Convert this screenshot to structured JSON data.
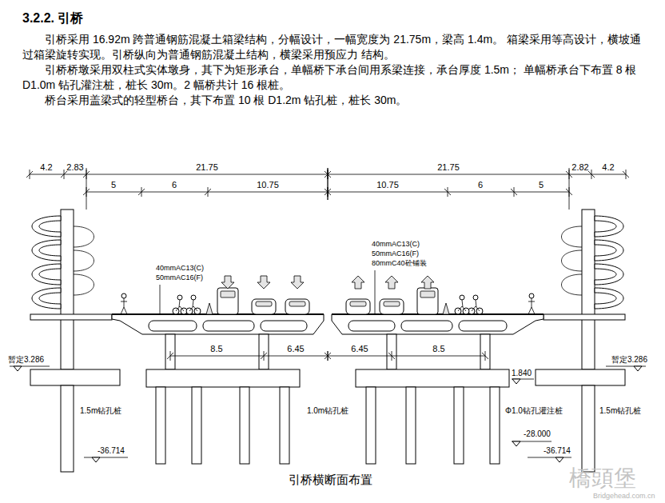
{
  "diagram": {
    "title": "3.2.2. 引桥",
    "caption": "引桥横断面布置",
    "labels": [
      "引桥采用 16.92m 跨普通钢筋混凝土箱梁结构，分幅设计，一幅宽度为 21.75m，梁高 1.4m。 箱梁采用等高设计，横坡通过箱梁旋转实现。引桥纵向为普通钢筋混凝土结构，横梁采用预应力 结构。",
      "引桥桥墩采用双柱式实体墩身，其下为矩形承台，单幅桥下承台间用系梁连接，承台厚度 1.5m； 单幅桥承台下布置 8 根 D1.0m 钻孔灌注桩，桩长 30m。2 幅桥共计 16 根桩。",
      "桥台采用盖梁式的轻型桥台，其下布置 10 根 D1.2m 钻孔桩，桩长 30m。",
      "4.2",
      "2.83",
      "21.75",
      "21.75",
      "2.82",
      "4.2",
      "5",
      "6",
      "10.75",
      "10.75",
      "6",
      "5",
      "40mmAC13(C)",
      "50mmAC16(F)",
      "40mmAC13(C)",
      "50mmAC16(F)",
      "80mmC40砼铺装",
      "8.5",
      "6.45",
      "6.45",
      "8.5",
      "暂定3.286",
      "1.840",
      "暂定3.286",
      "1.5m钻孔桩",
      "1.0m钻孔桩",
      "Φ1.0钻孔灌注桩",
      "1.5m钻孔桩",
      "-28.000",
      "-36.714",
      "-36.714",
      "橋頭堡",
      "Bridgehead.com.cn"
    ]
  }
}
